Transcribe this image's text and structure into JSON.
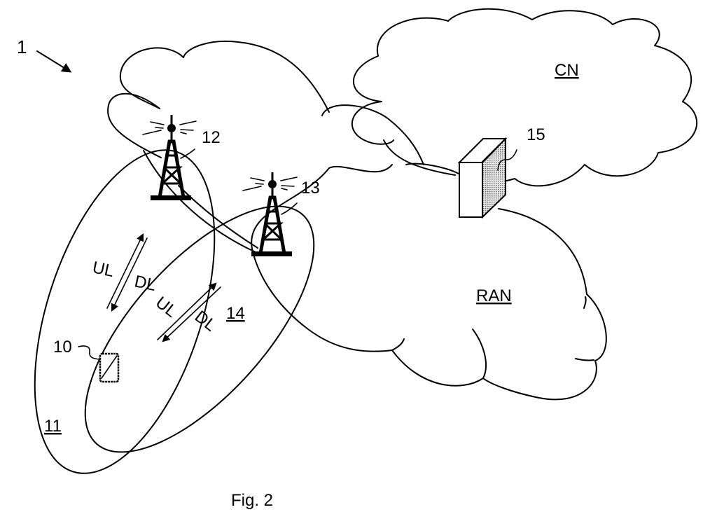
{
  "figure": {
    "caption": "Fig. 2",
    "system_ref": "1",
    "colors": {
      "line": "#000000",
      "background": "#ffffff",
      "shade": "#c8c8c8"
    }
  },
  "clouds": {
    "core_network": {
      "label": "CN"
    },
    "radio_access_network": {
      "label": "RAN"
    }
  },
  "nodes": {
    "wireless_device": {
      "ref": "10"
    },
    "network_node_a": {
      "ref": "12",
      "icon": "radio-tower-icon"
    },
    "network_node_b": {
      "ref": "13",
      "icon": "radio-tower-icon"
    },
    "core_node": {
      "ref": "15",
      "icon": "server-box-icon"
    }
  },
  "areas": {
    "cell_a": {
      "ref": "11"
    },
    "cell_b": {
      "ref": "14"
    }
  },
  "links": {
    "cell_a": {
      "uplink": "UL",
      "downlink": "DL"
    },
    "cell_b": {
      "uplink": "UL",
      "downlink": "DL"
    }
  }
}
